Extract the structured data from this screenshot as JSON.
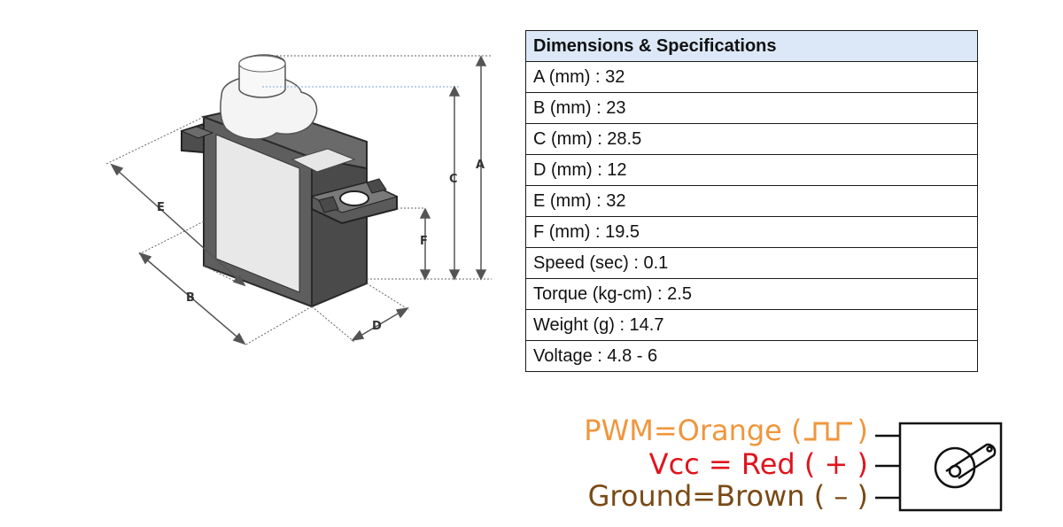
{
  "diagram": {
    "labels": {
      "a": "A",
      "b": "B",
      "c": "C",
      "d": "D",
      "e": "E",
      "f": "F"
    }
  },
  "specs": {
    "title": "Dimensions & Specifications",
    "rows": [
      "A (mm) : 32",
      "B (mm) : 23",
      "C (mm) : 28.5",
      "D (mm) : 12",
      "E (mm) : 32",
      "F (mm) : 19.5",
      "Speed (sec) : 0.1",
      "Torque (kg-cm) : 2.5",
      "Weight (g) : 14.7",
      "Voltage : 4.8 - 6"
    ]
  },
  "wiring": {
    "pwm": {
      "text": "PWM=Orange (",
      "symbol_close": ")",
      "color": "#f0963c"
    },
    "vcc": {
      "text": "Vcc = Red ( + )",
      "color": "#e0141e"
    },
    "ground": {
      "text": "Ground=Brown ( – )",
      "color": "#7a4a14"
    }
  },
  "colors": {
    "servo_body": "#5a5a5a",
    "servo_label": "#e8e8e8",
    "horn": "#f2f2f2",
    "table_header": "#dce8f7"
  }
}
